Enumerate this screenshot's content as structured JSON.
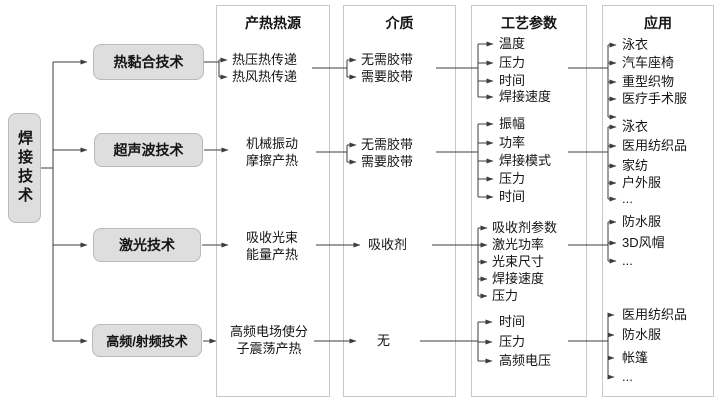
{
  "root": {
    "label": "焊接技术"
  },
  "branches": [
    {
      "label": "热黏合技术"
    },
    {
      "label": "超声波技术"
    },
    {
      "label": "激光技术"
    },
    {
      "label": "高频/射频技术"
    }
  ],
  "columns": {
    "heat_source": {
      "header": "产热热源",
      "row1": [
        "热压热传递",
        "热风热传递"
      ],
      "row2": [
        "机械振动",
        "摩擦产热"
      ],
      "row3": [
        "吸收光束",
        "能量产热"
      ],
      "row4": [
        "高频电场使分",
        "子震荡产热"
      ]
    },
    "medium": {
      "header": "介质",
      "row1": [
        "无需胶带",
        "需要胶带"
      ],
      "row2": [
        "无需胶带",
        "需要胶带"
      ],
      "row3": [
        "吸收剂"
      ],
      "row4": [
        "无"
      ]
    },
    "process_params": {
      "header": "工艺参数",
      "row1": [
        "温度",
        "压力",
        "时间",
        "焊接速度"
      ],
      "row2": [
        "振幅",
        "功率",
        "焊接模式",
        "压力",
        "时间"
      ],
      "row3": [
        "吸收剂参数",
        "激光功率",
        "光束尺寸",
        "焊接速度",
        "压力"
      ],
      "row4": [
        "时间",
        "压力",
        "高频电压"
      ]
    },
    "applications": {
      "header": "应用",
      "row1": [
        "泳衣",
        "汽车座椅",
        "重型织物",
        "医疗手术服",
        "..."
      ],
      "row2": [
        "泳衣",
        "医用纺织品",
        "家纺",
        "户外服",
        "..."
      ],
      "row3": [
        "防水服",
        "3D风帽",
        "..."
      ],
      "row4": [
        "医用纺织品",
        "防水服",
        "帐篷",
        "..."
      ]
    }
  },
  "colors": {
    "box_fill": "#dedede",
    "box_border": "#b9b9b9",
    "column_border": "#c8c8c8",
    "line": "#3d3d3d",
    "text": "#141414",
    "background": "#ffffff"
  }
}
